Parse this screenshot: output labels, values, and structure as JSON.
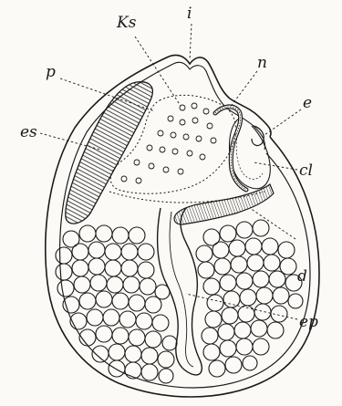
{
  "figure": {
    "labels": {
      "Ks": "Ks",
      "i": "i",
      "p": "p",
      "n": "n",
      "e": "e",
      "es": "es",
      "cl": "cl",
      "d": "d",
      "ep": "ep"
    },
    "colors": {
      "ink": "#1a1a1a",
      "paper": "#fbfaf6"
    }
  }
}
